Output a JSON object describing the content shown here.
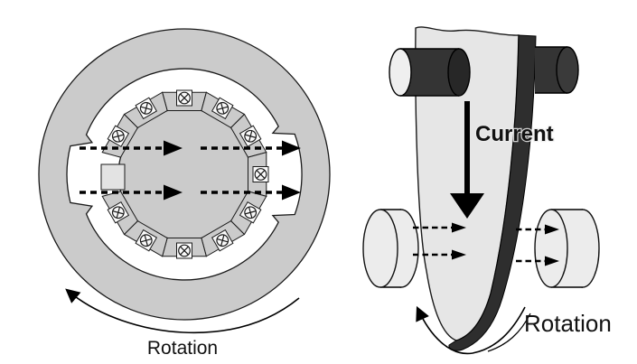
{
  "left_diagram": {
    "rotation_label": "Rotation",
    "rotation_direction": "counter-clockwise",
    "slot_symbol_icon": "current-into-page-icon",
    "slot_count": 12,
    "slot_angles_deg": [
      0,
      30,
      60,
      90,
      120,
      150,
      180,
      210,
      240,
      300,
      330
    ],
    "blank_slot_angle_deg": 270,
    "flux_arrow_rows": 2,
    "flux_arrow_direction": "right"
  },
  "right_diagram": {
    "current_label": "Current",
    "current_direction": "down",
    "rotation_label": "Rotation",
    "rotation_direction": "counter-clockwise",
    "flux_arrow_pairs": 2,
    "flux_arrow_direction": "right"
  },
  "colors": {
    "background": "#ffffff",
    "ring_gray": "#cbcbcb",
    "slot_face": "#fafafa",
    "blank_slot": "#e3e3e3",
    "blade_light": "#e6e6e6",
    "blade_dark": "#2e2e2e",
    "cylinder_dark": "#343434",
    "cylinder_cap_light": "#efefef",
    "disc_light": "#ececec",
    "outline": "#1a1a1a"
  }
}
